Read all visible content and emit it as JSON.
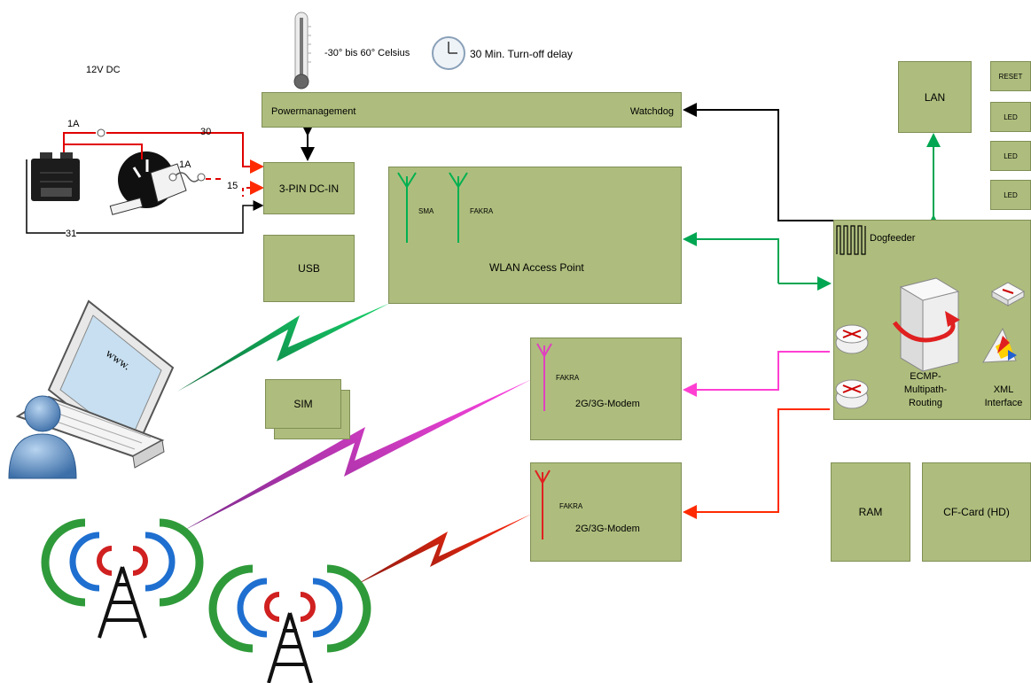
{
  "labels": {
    "dc": "12V DC",
    "temp": "-30° bis 60° Celsius",
    "delay": "30 Min. Turn-off delay",
    "fuse1": "1A",
    "fuse2": "1A",
    "w30": "30",
    "w15": "15",
    "w31": "31"
  },
  "boxes": {
    "powermgmt": "Powermanagement",
    "watchdog": "Watchdog",
    "dcin": "3-PIN DC-IN",
    "usb": "USB",
    "sim": "SIM",
    "wlan": "WLAN Access Point",
    "sma": "SMA",
    "fakra_w": "FAKRA",
    "modem1": "2G/3G-Modem",
    "fakra1": "FAKRA",
    "modem2": "2G/3G-Modem",
    "fakra2": "FAKRA",
    "lan": "LAN",
    "reset": "RESET",
    "led1": "LED",
    "led2": "LED",
    "led3": "LED",
    "ram": "RAM",
    "cf": "CF-Card (HD)"
  },
  "core": {
    "dogfeeder": "Dogfeeder",
    "ecmp_1": "ECMP-",
    "ecmp_2": "Multipath-",
    "ecmp_3": "Routing",
    "xml_1": "XML",
    "xml_2": "Interface"
  },
  "laptop_text": "www.",
  "colors": {
    "box": "#aebd7d",
    "black_link": "#000000",
    "green_link": "#00a651",
    "pink_link": "#ff3fd2",
    "red_link": "#ff2a00"
  }
}
